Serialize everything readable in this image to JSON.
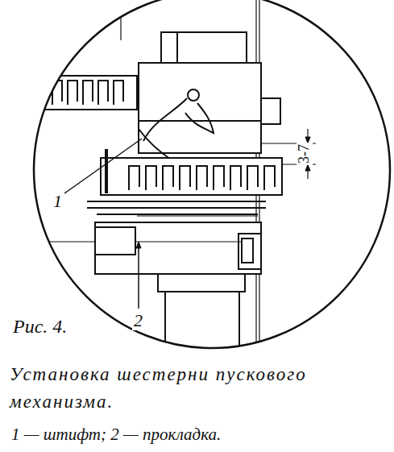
{
  "diagram": {
    "caption": "Установка шестерни пускового механизма.",
    "labels": [
      "1",
      "2",
      "3-7",
      "Рис. 4.",
      "1 — штифт; 2 — прокладка."
    ]
  }
}
